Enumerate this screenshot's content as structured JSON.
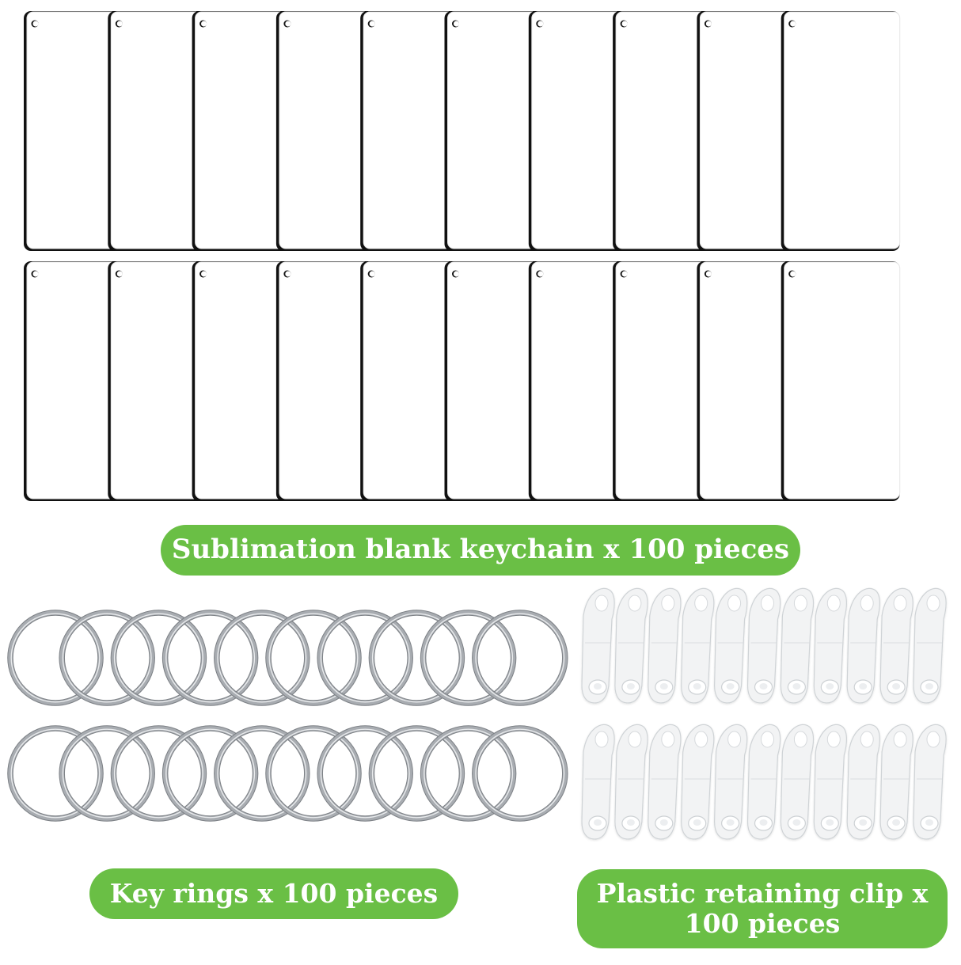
{
  "labels": {
    "blanks": "Sublimation blank keychain x 100 pieces",
    "rings": "Key rings x 100 pieces",
    "clips": "Plastic retaining clip x 100 pieces"
  },
  "colors": {
    "label_bg": "#6abf45",
    "label_text": "#ffffff",
    "blank_face": "#ffffff",
    "blank_edge": "#111111",
    "ring_metal": "#a8acb1",
    "clip_plastic": "#f2f3f4"
  },
  "items": {
    "blank_keychain": {
      "rows": 2,
      "columns": 10,
      "icon": "blank-keychain-icon"
    },
    "key_ring": {
      "rows": 2,
      "columns": 10,
      "icon": "key-ring-icon"
    },
    "retaining_clip": {
      "rows": 2,
      "columns": 11,
      "icon": "retaining-clip-icon"
    }
  }
}
